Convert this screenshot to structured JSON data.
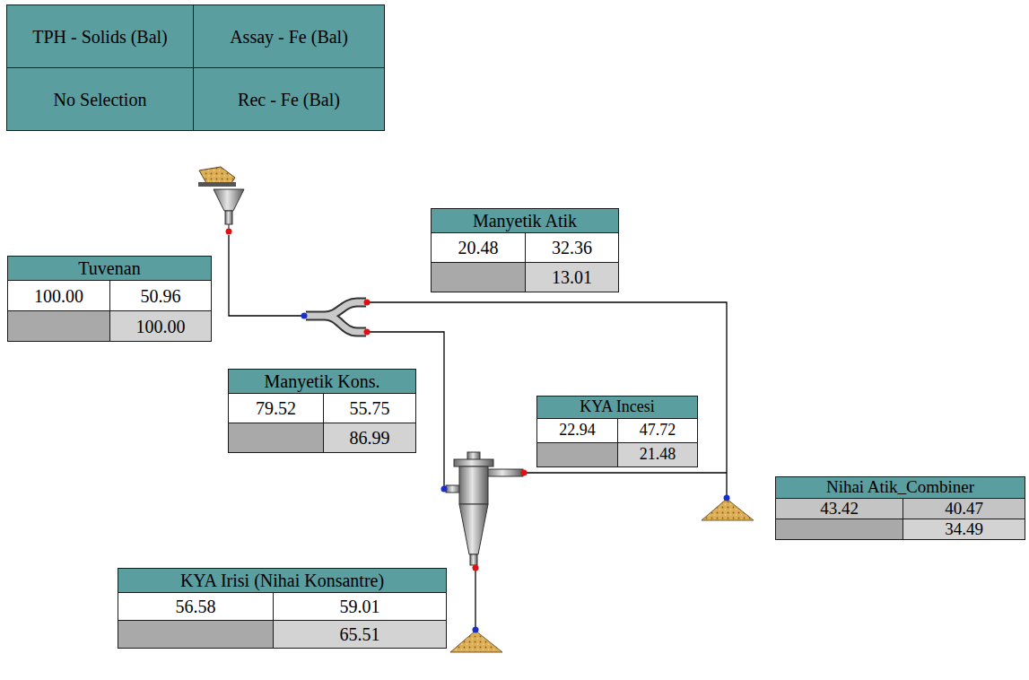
{
  "diagram": {
    "nodes": [
      {
        "text": [
          "TPH - Solids (Bal)",
          "Assay - Fe (Bal)",
          "No Selection",
          "Rec - Fe (Bal)"
        ]
      },
      {
        "text": [
          "Manyetik Atik",
          "20.48",
          "32.36",
          "13.01"
        ]
      },
      {
        "text": [
          "Tuvenan",
          "100.00",
          "50.96",
          "100.00"
        ]
      },
      {
        "text": [
          "Manyetik Kons.",
          "79.52",
          "55.75",
          "86.99"
        ]
      },
      {
        "text": [
          "KYA Incesi",
          "22.94",
          "47.72",
          "21.48"
        ]
      },
      {
        "text": [
          "Nihai Atik_Combiner",
          "43.42",
          "40.47",
          "34.49"
        ]
      },
      {
        "text": [
          "KYA Irisi (Nihai Konsantre)",
          "56.58",
          "59.01",
          "65.51"
        ]
      }
    ]
  }
}
